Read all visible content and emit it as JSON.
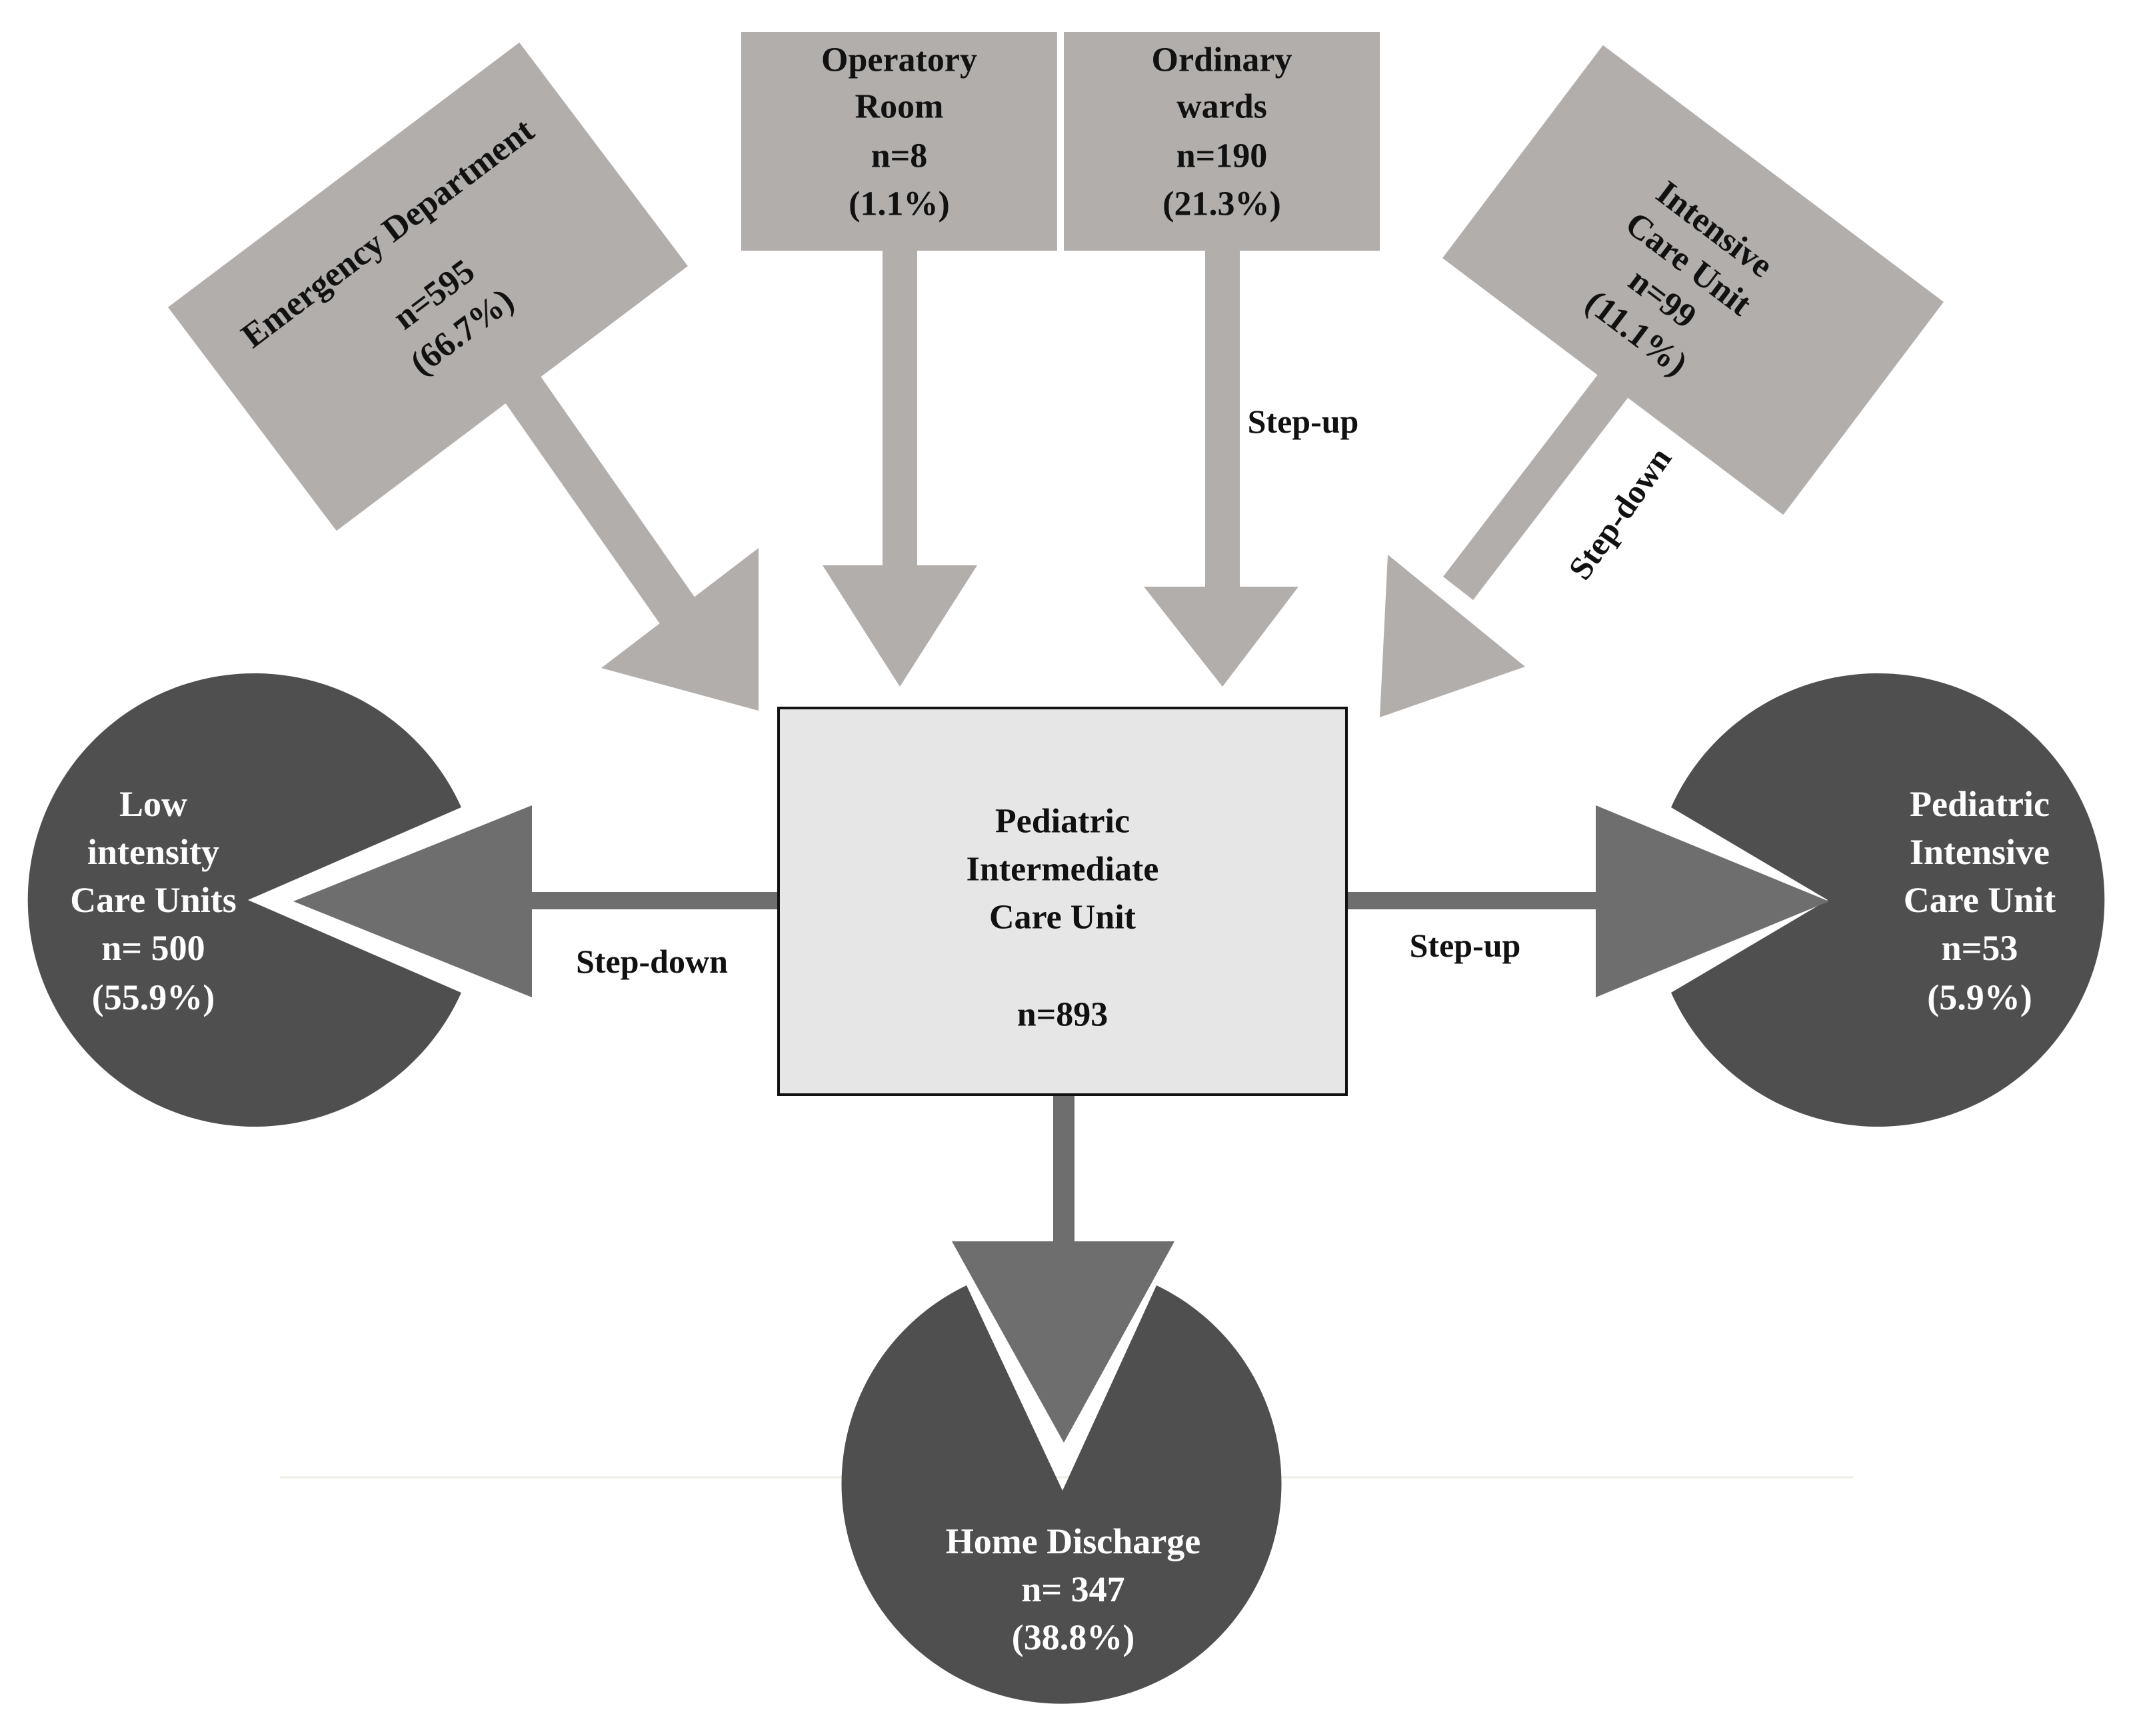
{
  "sources": {
    "emergency": {
      "title": "Emergency Department",
      "n": "n=595",
      "pct": "(66.7%)"
    },
    "operatory": {
      "line1": "Operatory",
      "line2": "Room",
      "n": "n=8",
      "pct": "(1.1%)"
    },
    "wards": {
      "line1": "Ordinary",
      "line2": "wards",
      "n": "n=190",
      "pct": "(21.3%)",
      "arrow_label": "Step-up"
    },
    "icu": {
      "line1": "Intensive",
      "line2": "Care Unit",
      "n": "n=99",
      "pct": "(11.1%)",
      "arrow_label": "Step-down"
    }
  },
  "center": {
    "line1": "Pediatric",
    "line2": "Intermediate",
    "line3": "Care Unit",
    "n": "n=893"
  },
  "destinations": {
    "low_intensity": {
      "line1": "Low",
      "line2": "intensity",
      "line3": "Care Units",
      "n": "n= 500",
      "pct": "(55.9%)",
      "arrow_label": "Step-down"
    },
    "picu": {
      "line1": "Pediatric",
      "line2": "Intensive",
      "line3": "Care Unit",
      "n": "n=53",
      "pct": "(5.9%)",
      "arrow_label": "Step-up"
    },
    "home": {
      "line1": "Home Discharge",
      "n": "n= 347",
      "pct": "(38.8%)"
    }
  },
  "colors": {
    "source_fill": "#b2aeac",
    "center_fill": "#e6e6e6",
    "destination_fill": "#4f4f4f",
    "outgoing_arrow_fill": "#6e6e6e"
  }
}
